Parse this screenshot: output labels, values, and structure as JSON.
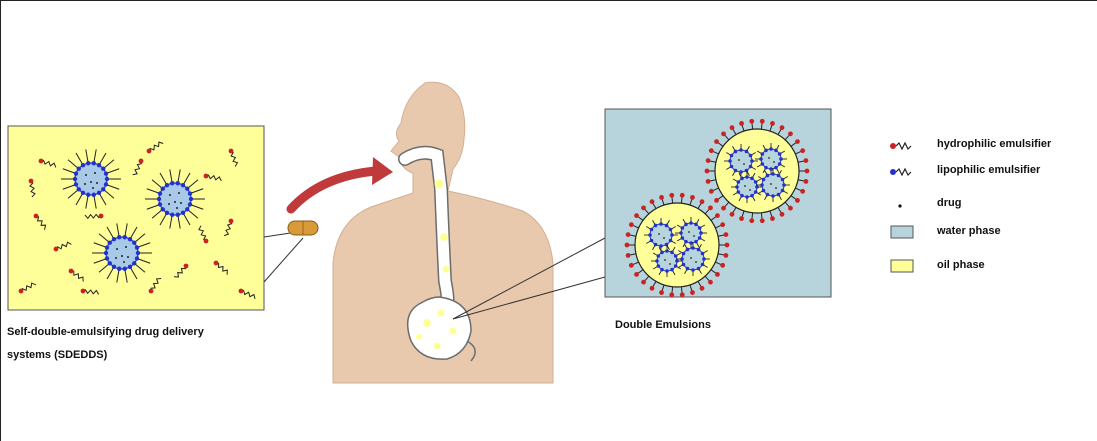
{
  "captions": {
    "sdedds_line1": "Self-double-emulsifying drug delivery",
    "sdedds_line2": "systems (SDEDDS)",
    "double_emulsions": "Double Emulsions"
  },
  "legend": [
    {
      "label": "hydrophilic emulsifier",
      "symbol": "hydrophilic-emulsifier",
      "color": "#cc2222"
    },
    {
      "label": "lipophilic emulsifier",
      "symbol": "lipophilic-emulsifier",
      "color": "#2233cc"
    },
    {
      "label": "drug",
      "symbol": "drug-dot",
      "color": "#111111"
    },
    {
      "label": "water phase",
      "symbol": "water-swatch",
      "color": "#b7d4dc"
    },
    {
      "label": "oil phase",
      "symbol": "oil-swatch",
      "color": "#ffff99"
    }
  ],
  "colors": {
    "oil": "#ffff99",
    "water": "#b7d4dc",
    "skin": "#e8c9ae",
    "arrow": "#c0393b",
    "capsule": "#d99a3a",
    "micelle_core": "#a9c9e8"
  }
}
